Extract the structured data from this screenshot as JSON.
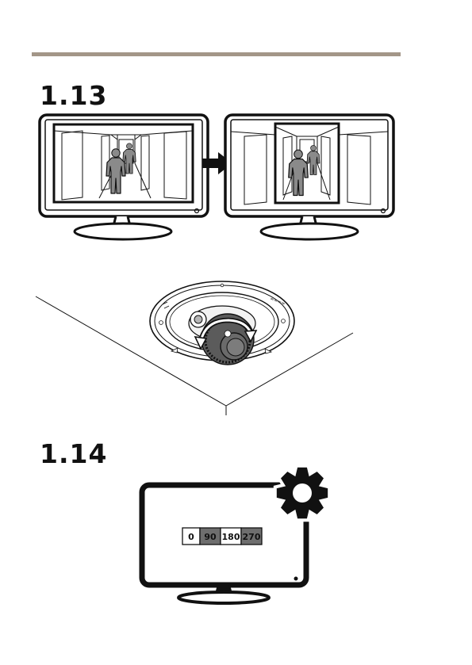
{
  "steps": [
    {
      "number": "1.13"
    },
    {
      "number": "1.14"
    }
  ],
  "rotation_options": [
    "0",
    "90",
    "180",
    "270"
  ],
  "colors": {
    "rule": "#a39688",
    "line": "#111111",
    "option_dark": "#6e6e6e",
    "option_light": "#ffffff"
  },
  "icons": [
    "monitor-icon",
    "arrow-right-icon",
    "person-silhouette-icon",
    "dome-camera-icon",
    "rotate-arrows-icon",
    "gear-icon"
  ]
}
